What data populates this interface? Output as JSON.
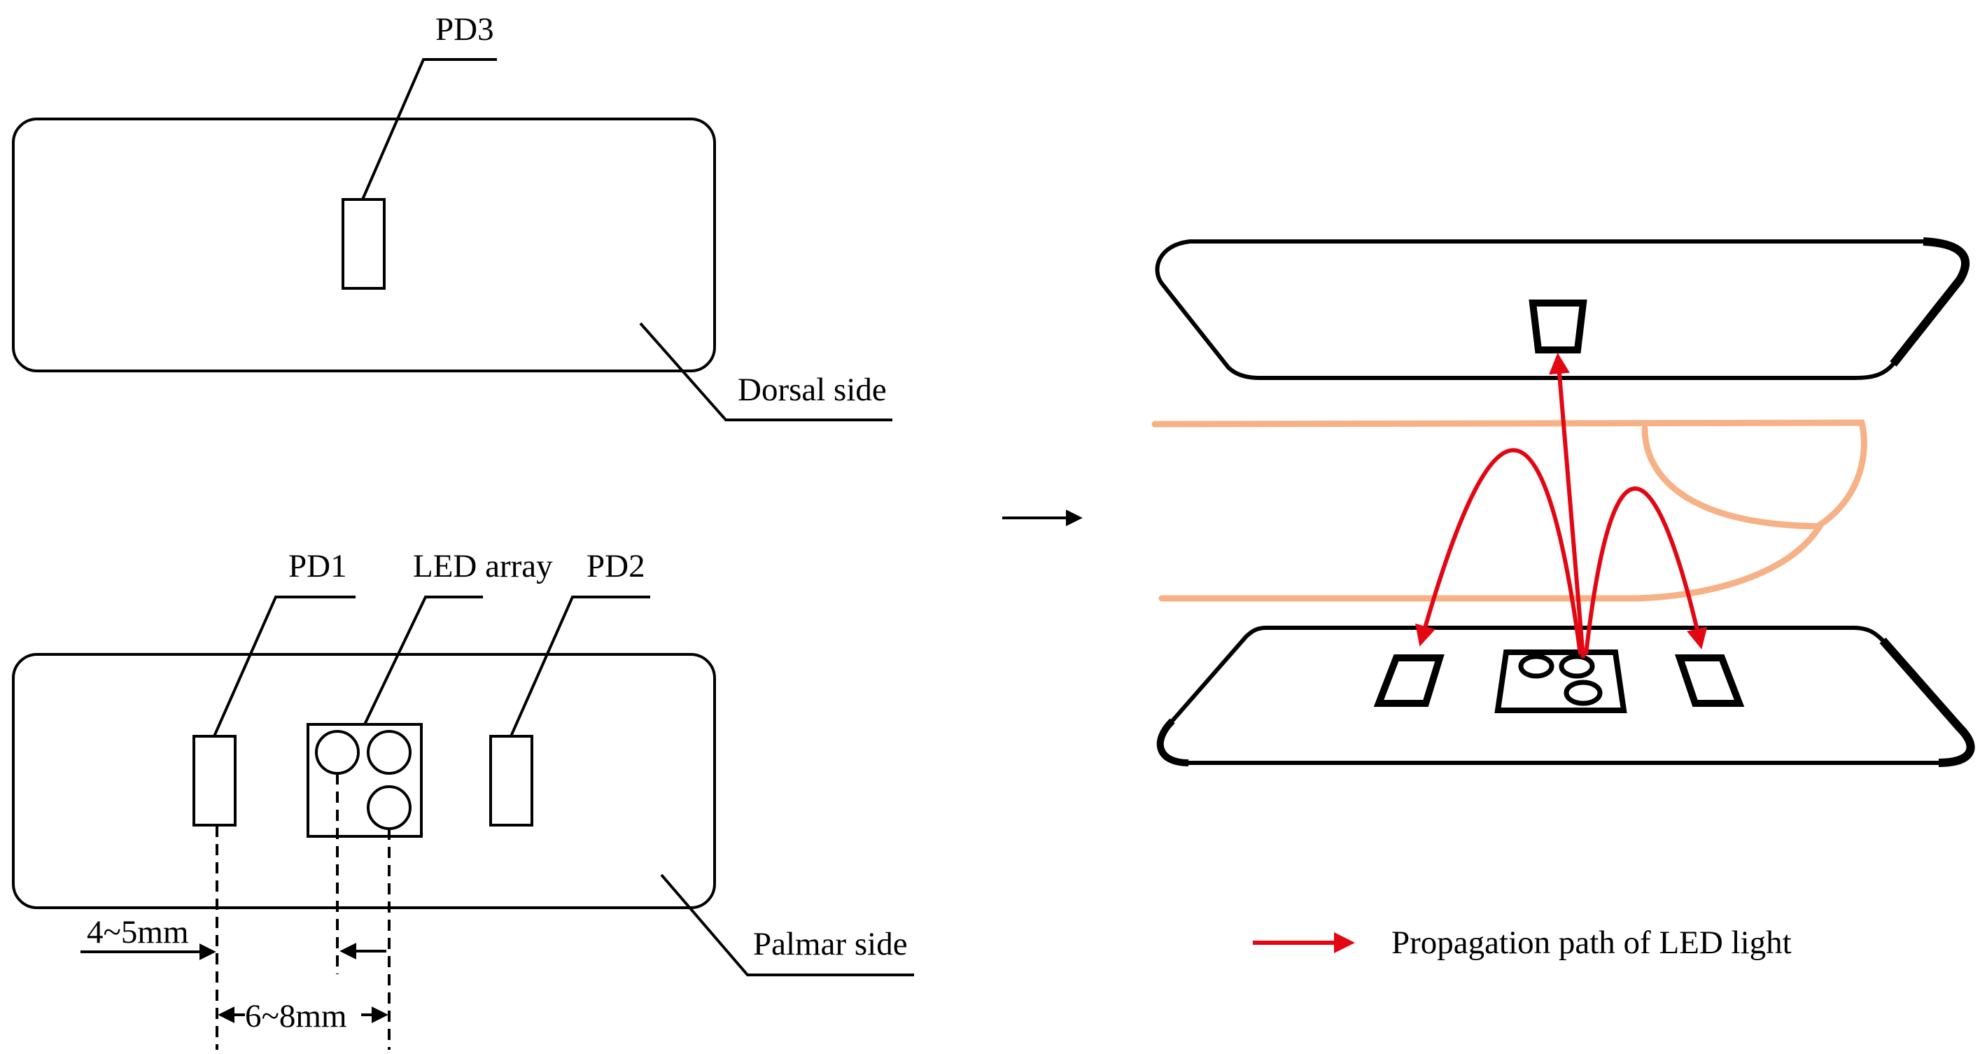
{
  "labels": {
    "pd3": "PD3",
    "dorsal_side": "Dorsal side",
    "pd1": "PD1",
    "led_array": "LED array",
    "pd2": "PD2",
    "palmar_side": "Palmar side",
    "gap_pd_edge": "4~5mm",
    "gap_led_pd": "6~8mm"
  },
  "legend": {
    "led_path_label": "Propagation path of LED light"
  },
  "colors": {
    "led_light_path": "#e30613",
    "finger_outline": "#f6b186",
    "outline": "#000000"
  }
}
